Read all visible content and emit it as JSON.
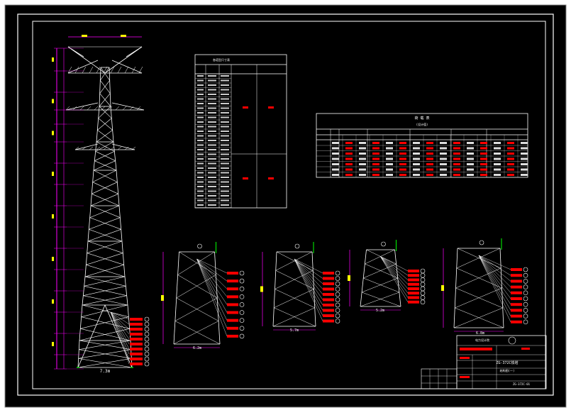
{
  "colors": {
    "frame": "#ffffff",
    "background": "#000000",
    "structure": "#ffffff",
    "dimension": "#ff00ff",
    "dim_text": "#ffff00",
    "annotation": "#ff0000",
    "ground": "#00ff00"
  },
  "tower": {
    "base_width": "7.3m",
    "member_numbers": [
      "①",
      "②",
      "③",
      "④",
      "⑤",
      "⑥",
      "⑦",
      "⑧",
      "⑨",
      "⑩"
    ]
  },
  "leg_details": [
    {
      "id": "A",
      "base": "6.2m"
    },
    {
      "id": "B",
      "base": "5.7m"
    },
    {
      "id": "C",
      "base": "5.2m"
    },
    {
      "id": "D",
      "base": "6.8m"
    }
  ],
  "table_left": {
    "title": "各塔型尺寸表"
  },
  "table_right": {
    "title": "荷 载 表",
    "subtitle": "(设计值)"
  },
  "title_block": {
    "company": "电力设计院",
    "drawing_title": "ZG-372C铁塔",
    "sheet": "结构图(一)",
    "drawing_no": "ZG-372C-01"
  }
}
